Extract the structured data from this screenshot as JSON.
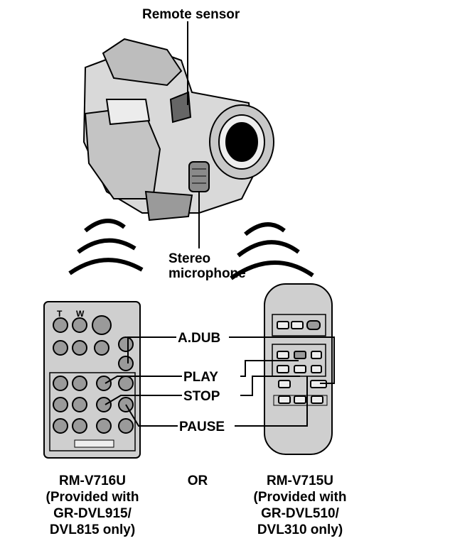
{
  "labels": {
    "remote_sensor": "Remote sensor",
    "stereo_line1": "Stereo",
    "stereo_line2": "microphone",
    "a_dub": "A.DUB",
    "play": "PLAY",
    "stop": "STOP",
    "pause": "PAUSE"
  },
  "remote_left": {
    "model": "RM-V716U",
    "line1": "(Provided with",
    "line2": "GR-DVL915/",
    "line3": "DVL815 only)",
    "t_label": "T",
    "w_label": "W"
  },
  "or_label": "OR",
  "remote_right": {
    "model": "RM-V715U",
    "line1": "(Provided with",
    "line2": "GR-DVL510/",
    "line3": "DVL310 only)"
  },
  "colors": {
    "ink": "#000000",
    "camera_fill": "#d9d9d9",
    "remote_fill": "#cfcfcf",
    "button_fill": "#9a9a9a"
  }
}
